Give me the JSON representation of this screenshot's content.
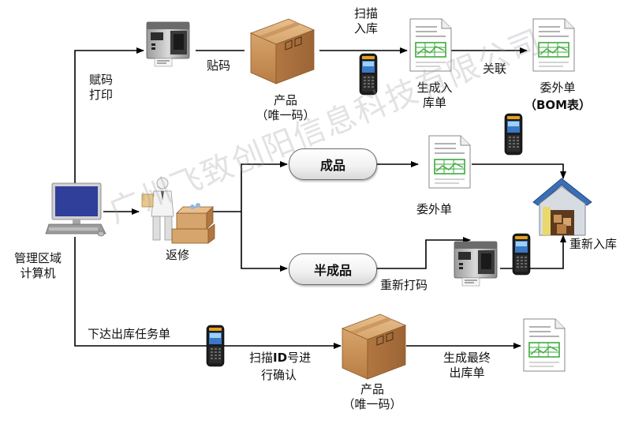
{
  "watermark": "广州飞致创阳信息科技有限公司",
  "labels": {
    "assign_print": "赋码\n打印",
    "stick_code": "贴码",
    "product_top": "产品\n（唯一码）",
    "scan_in": "扫描\n入库",
    "gen_in_slip": "生成入\n库单",
    "link": "关联",
    "outsource_bom_main": "委外单",
    "outsource_bom_sub": "（BOM表）",
    "outsource_mid": "委外单",
    "finished": "成品",
    "semi_finished": "半成品",
    "rework": "返修",
    "reprint": "重新打码",
    "restock": "重新入库",
    "computer": "管理区域\n计算机",
    "issue_task": "下达出库任务单",
    "scan_confirm_1": "扫描",
    "scan_confirm_id": "ID",
    "scan_confirm_2": "号进",
    "scan_confirm_3": "行确认",
    "product_bottom": "产品\n（唯一码）",
    "gen_final_out": "生成最终\n出库单"
  },
  "colors": {
    "arrow": "#000000",
    "box": "#c8935a",
    "doc_green": "#3daa3d",
    "pill_border": "#6a6a6a",
    "house_roof": "#3b6fb5",
    "monitor": "#2f3f9a",
    "watermark": "#9696a0"
  },
  "icons": [
    "printer-icon",
    "box-icon",
    "scanner-icon",
    "document-icon",
    "computer-icon",
    "worker-icon",
    "warehouse-icon"
  ]
}
